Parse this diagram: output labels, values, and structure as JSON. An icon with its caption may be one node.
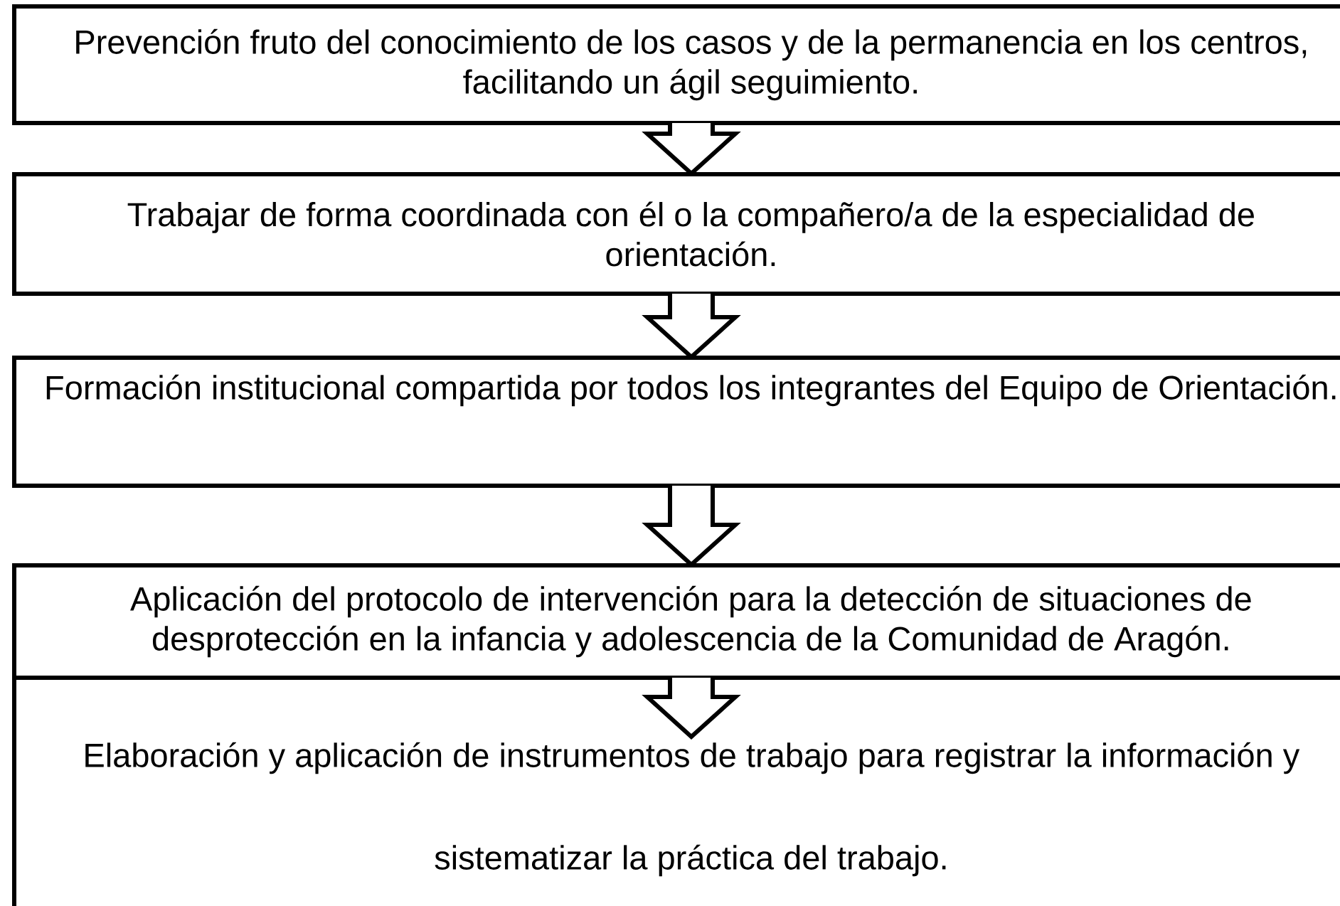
{
  "diagram": {
    "nodes": [
      {
        "text": [
          "Prevención fruto del conocimiento de los casos y de la permanencia en los centros, facilitando un ágil seguimiento."
        ]
      },
      {
        "text": [
          "Trabajar de forma coordinada con él o la compañero/a de la especialidad de orientación."
        ]
      },
      {
        "text": [
          "Formación institucional compartida por todos los integrantes del Equipo de Orientación."
        ]
      },
      {
        "text": [
          "Aplicación del protocolo de intervención para la detección de situaciones de desprotección en la infancia y adolescencia de la Comunidad de Aragón."
        ]
      },
      {
        "text": [
          "Elaboración y aplicación de instrumentos de trabajo para registrar la información y sistematizar la práctica del trabajo."
        ]
      }
    ],
    "edges": [
      {
        "from": 0,
        "to": 1,
        "arrow": "to"
      },
      {
        "from": 1,
        "to": 2,
        "arrow": "to"
      },
      {
        "from": 2,
        "to": 3,
        "arrow": "to"
      },
      {
        "from": 3,
        "to": 4,
        "arrow": "to"
      }
    ]
  }
}
